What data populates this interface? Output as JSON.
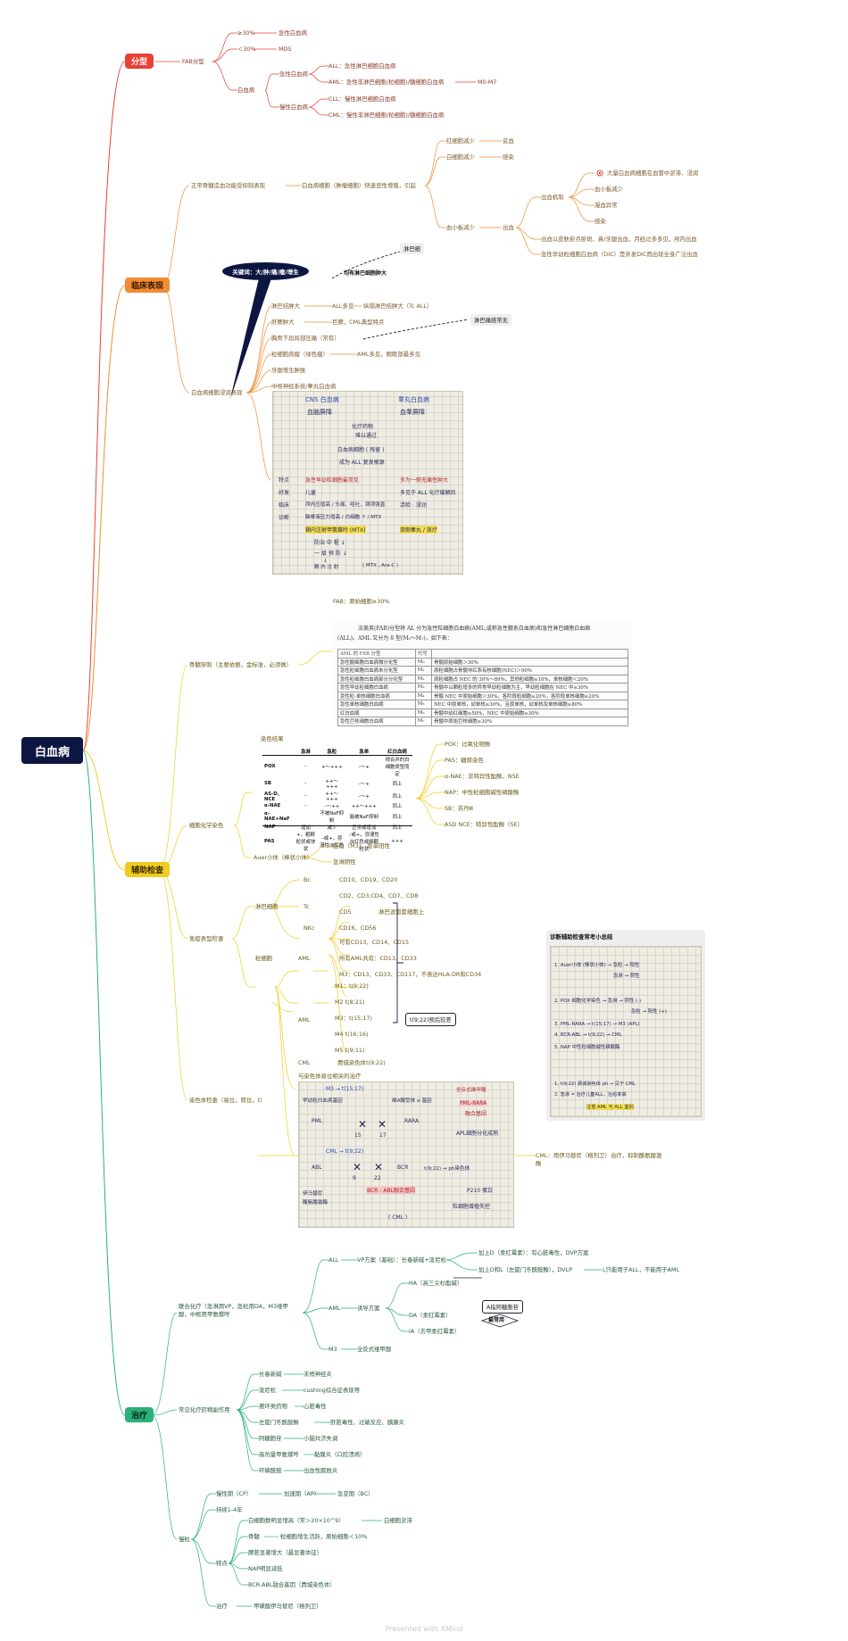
{
  "root": "白血病",
  "bubble": "关键词：大/肿/痛/瘤/增生",
  "footer": "Presented with XMind",
  "classify": {
    "title": "分型",
    "fab": "FAB分型",
    "gte30": "≥30%",
    "acute_leukemia": "急性白血病",
    "lt30": "＜30%",
    "mds": "MDS",
    "leukemia": "白血病",
    "acute": "急性白血病",
    "all": "ALL：急性淋巴细胞白血病",
    "aml": "AML：急性非淋巴细胞(粒细胞)/髓细胞白血病",
    "m0m7": "M0-M7",
    "chronic": "慢性白血病",
    "cll": "CLL：慢性淋巴细胞白血病",
    "cml": "CML：慢性非淋巴细胞(粒细胞)/髓细胞白血病"
  },
  "clinical": {
    "title": "临床表现",
    "normal": "正常骨髓造血功能受抑制表现",
    "prolif": "白血病细胞（肿瘤细胞）快速恶性增殖，引起",
    "rbc": "红细胞减少",
    "anemia": "贫血",
    "wbc": "白细胞减少",
    "infection": "感染",
    "plt": "血小板减少",
    "bleed": "出血",
    "mech": "出血机制",
    "mech_items": [
      "大量白血病细胞在血管中淤滞、浸润",
      "血小板减少",
      "凝血异常",
      "感染"
    ],
    "bleed_site": "出血以皮肤瘀点瘀斑、鼻/牙龈出血、月经过多多见，颅内出血",
    "dic": "急性早幼粒细胞白血病（DIC）是并发DIC而出现全身广泛出血",
    "infil": "白血病细胞浸润表现",
    "lymph_tag": "淋巴细",
    "all_note": "均有淋巴细胞肿大",
    "lymph": "淋巴结肿大",
    "all_more": "ALL多见",
    "mediastinal": "纵隔淋巴结肿大（Tc ALL）",
    "hsm": "肝脾肿大",
    "giant_spleen": "巨脾，CML典型特点",
    "sternal": "胸骨下段局部压痛（常有）",
    "lymph_compress": "淋巴痛感常无",
    "granulo": "粒细胞肉瘤（绿色瘤）",
    "granulo_note": "AML多见，眼眶部最多见",
    "gum": "牙龈增生肿胀",
    "cns": "中枢神经系统/睾丸白血病"
  },
  "sketch_cns": {
    "h1": "CNS 白血病",
    "h2": "睾丸白血病",
    "l1": "血脑屏障",
    "l2": "血睾屏障",
    "m1": "化疗药物",
    "m2": "难以通过",
    "m3": "白血病细胞 ( 残留 )",
    "m4": "成为 ALL 复发根源",
    "r1a": "特点",
    "r1b": "急性早幼粒细胞最常见",
    "r1c": "多为一侧无痛性肿大",
    "r2a": "好发",
    "r2b": "儿童",
    "r2c": "多见于 ALL 化疗缓解后",
    "r3a": "临床",
    "r3b": "颅内压增高 / 头痛、呕吐、颈项强直",
    "r3c": "活检 : 浸润",
    "r4a": "诊断",
    "r4b": "脑脊液压力增高 / 白细胞 ↑ / MTX",
    "r4c": "双侧睾丸 / 放疗",
    "r5": "鞘内注射甲氨蝶呤 (MTX)",
    "r6": "防治 中 枢 ↓",
    "r7": "一 级 预 防 ↓",
    "r8": "↓",
    "r9": "鞘 内 注 射",
    "r10": "( MTX , Ara-C )"
  },
  "aux": {
    "title": "辅助检查",
    "fab_blast": "FAB：原始细胞≥30%",
    "marrow": "骨髓穿刺（主要依据，金标准，必须做）",
    "doc_text1": "法美英(FAB)分型将 AL 分为急性粒细胞白血病(AML,或称急性髓系白血病)和急性淋巴细胞白血病",
    "doc_text2": "(ALL)。AML 又分为 8 型(M₀～M₇)，如下表：",
    "fab_headers": [
      "AML 的 FAB 分型",
      "代号",
      ""
    ],
    "fab_rows": [
      [
        "急性髓细胞白血病微分化型",
        "M₀",
        "骨髓原始细胞＞30%"
      ],
      [
        "急性粒细胞白血病未分化型",
        "M₁",
        "原粒细胞占骨髓非红系有核细胞(NEC)＞90%"
      ],
      [
        "急性粒细胞白血病部分分化型",
        "M₂",
        "原粒细胞占 NEC 的 30%～89%，其他粒细胞≥10%，单核细胞＜20%"
      ],
      [
        "急性早幼粒细胞白血病",
        "M₃",
        "骨髓中以颗粒增多的异常早幼粒细胞为主，早幼粒细胞在 NEC 中≥30%"
      ],
      [
        "急性粒-单核细胞白血病",
        "M₄",
        "骨髓 NEC 中原始细胞＞30%，各阶段粒细胞≥20%，各阶段单核细胞≥20%"
      ],
      [
        "急性单核细胞白血病",
        "M₅",
        "NEC 中原单核，幼单核≥30%，且原单核，幼单核及单核细胞≥80%"
      ],
      [
        "红白血病",
        "M₆",
        "骨髓中幼红细胞≥50%，NEC 中原始细胞≥30%"
      ],
      [
        "急性巨核细胞白血病",
        "M₇",
        "骨髓中原始巨核细胞≥30%"
      ]
    ],
    "stain_title": "染色结果",
    "stain_headers": [
      "",
      "急淋",
      "急粒",
      "急单",
      "红白血病"
    ],
    "stain_rows": [
      [
        "POX",
        "–",
        "+～+++",
        "–～+",
        "视合并的白细胞类型而定"
      ],
      [
        "SB",
        "–",
        "++～+++",
        "–～+",
        "同上"
      ],
      [
        "AS-D、NCE",
        "–",
        "++～+++",
        "–～+",
        "同上"
      ],
      [
        "α-NAE",
        "–",
        "–～++",
        "++～+++",
        "同上"
      ],
      [
        "α-NAE+NaF",
        "",
        "不被NaF抑制",
        "能被NaF抑制",
        "同上"
      ],
      [
        "NAP",
        "增加",
        "减少",
        "正常或增加",
        "同上"
      ],
      [
        "PAS",
        "+，粗颗粒状或块状",
        "–或+，弥漫性淡红色",
        "–或+，弥漫性淡红色或细颗粒状",
        "+++"
      ]
    ],
    "cytochem": "细胞化学染色",
    "stain_legend": [
      "POX：过氧化物酶",
      "PAS：糖原染色",
      "α-NAE：非特异性酯酶，NSE",
      "NAP：中性粒细胞碱性磷酸酶",
      "SB：苏丹Ⅲ",
      "ASD NCE：特异性酯酶（SE）"
    ],
    "auer": "Auer小体（棒状小体）",
    "auer1": "急粒（M3），急单阳性",
    "auer2": "急淋阴性",
    "immuno": "免疫表型检查",
    "lymph_cell": "淋巴细胞",
    "bc": "Bc",
    "bc_v": "CD10、CD19、CD20",
    "tc": "Tc",
    "tc_v": "CD2、CD3,CD4、CD7、CD8",
    "cd5": "CD5",
    "cd5_v": "淋巴滤泡套细胞上",
    "nkc": "NKc",
    "nkc_v": "CD16、CD56",
    "granu": "粒细胞",
    "aml": "AML",
    "aml_v1": "可有CD13、CD14、CD15",
    "aml_v2": "所有AML共有：CD13、CD33",
    "aml_v3": "M3：CD13、CD33、CD117，不表达HLA-DR和CD34",
    "chrom": "染色体检查（易位，转位，t）",
    "chrom_aml": "AML",
    "m_list": [
      "M1：t(9;22)",
      "M2 t(8;21)",
      "M3：t(15;17)",
      "M4 t(16;16)",
      "M5 t(9;11)"
    ],
    "t922_box": "t(9;22)预后较差",
    "cml": "CML",
    "cml_v": "费城染色体t(9;22)",
    "chrom_target": "与染色体易位相关的治疗",
    "cml_treat": "CML：用伊马替尼（格列卫）治疗，抑制酪氨酸激",
    "cml_treat2": "酶"
  },
  "sketch_chrom": {
    "m3": "M3 → t(15;17)",
    "pml": "PML",
    "n15": "15",
    "n17": "17",
    "rara": "RARA",
    "pmlrara": "PML-RARA",
    "fusion": "融合基因",
    "left1": "早幼粒白血病基因",
    "right1": "维A酸受体 α 基因",
    "atra": "全反式维甲酸",
    "apl": "APL细胞分化成熟",
    "cml": "CML → t(9;22)",
    "abl": "ABL",
    "n9": "9",
    "n22": "22",
    "bcr": "BCR",
    "ph": "t(9;22) → ph染色体",
    "bcrabl": "BCR - ABL融合基因",
    "tki": "伊马替尼",
    "tk": "酪氨酸激酶",
    "p210": "P210 蛋白",
    "out": "粒细胞增殖失控",
    "cml_lbl": "( CML )"
  },
  "sketch_summary": {
    "title": "诊断辅助检查常考小总结",
    "s1": "1. Auer小体 (棒状小体) → 急粒 → 阳性",
    "s2": "急淋 → 阴性",
    "s3": "2. POX 细胞化学染色 → 急淋 → 阴性 (-)",
    "s4": "急粒 → 阳性 (+)",
    "s5": "3. PML-RARA → t(15;17) → M3 (APL)",
    "s6": "4. BCR-ABL → t(9;22) → CML",
    "s7": "5. NAP 中性粒细胞碱性磷酸酶",
    "s8": "1. t(9;22) 费城染色体 ph → 见于 CML",
    "s9": "2. 急淋 = 治疗儿童ALL，治愈率高",
    "s10": "注意 AML 与 ALL 鉴别"
  },
  "treat": {
    "title": "治疗",
    "combo": "联合化疗（急淋用VP，急粒用DA，M3维甲",
    "combo2": "酸，中枢用甲氨蝶呤",
    "all": "ALL",
    "vp": "VP方案（基础）：长春新碱+泼尼松",
    "vp1": "加上D（柔红霉素）：有心脏毒性，DVP方案",
    "vp2": "加上D和L（左旋门冬酰胺酶），DVLP",
    "vp2b": "L只能用于ALL，不能用于AML",
    "aml": "AML",
    "da": "诱导方案",
    "ha": "HA（高三尖杉酯碱）",
    "dax": "DA（柔红霉素）",
    "ia": "IA（去甲柔红霉素）",
    "a_box": "A指阿糖胞苷",
    "common_box": "最常用",
    "m3": "M3",
    "m3_v": "全反式维甲酸",
    "side": "常见化疗药物副作用",
    "side_rows": [
      [
        "长春新碱",
        "末梢神经炎"
      ],
      [
        "泼尼松",
        "cushing综合征表现等"
      ],
      [
        "蒽环类药物",
        "心脏毒性"
      ],
      [
        "左旋门冬酰胺酶",
        "肝脏毒性、过敏反应、胰腺炎"
      ],
      [
        "阿糖胞苷",
        "小脑共济失调"
      ],
      [
        "高剂量甲氨蝶呤",
        "黏膜炎（口腔溃疡）"
      ],
      [
        "环磷酰胺",
        "出血性膀胱炎"
      ]
    ],
    "chronic": "慢粒",
    "phase": "慢性期（CP）",
    "acc": "加速期（AP）",
    "blast": "急变期（BC）",
    "dur": "持续1-4年",
    "feature": "特点",
    "f1": "白细胞数明显增高（常＞20×10^9）",
    "f1b": "白细胞淤滞",
    "f2": "骨髓",
    "f2b": "粒细胞增生活跃，原始细胞＜10%",
    "f3": "脾脏显著增大（最显著体征）",
    "f4": "NAP明显减低",
    "f5": "BCR-ABL融合基因（费城染色体）",
    "cure": "治疗",
    "cure_v": "甲磺酸伊马替尼（格列卫）"
  },
  "colors": {
    "red": "#e84135",
    "orange": "#f08c33",
    "yellow": "#f1cc20",
    "green": "#2cb07a",
    "root": "#0d1640"
  }
}
